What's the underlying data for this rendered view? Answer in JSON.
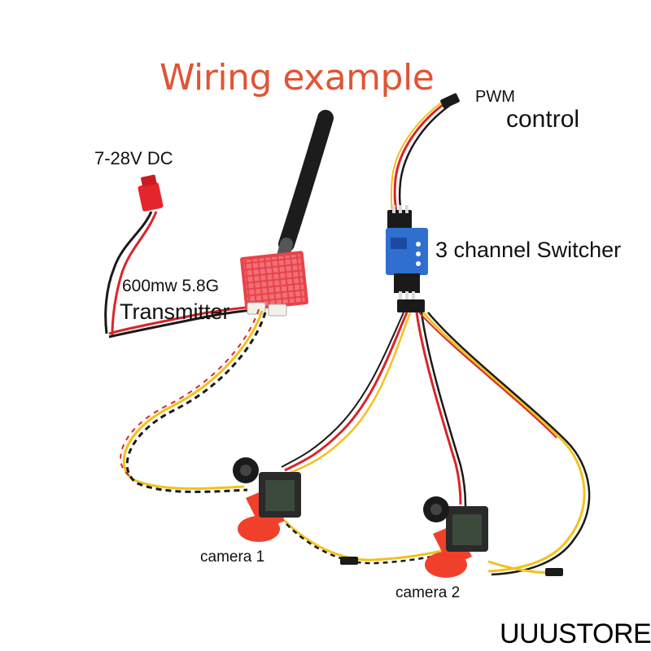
{
  "title": "Wiring example",
  "labels": {
    "pwm_line1": "PWM",
    "pwm_line2": "control",
    "power": "7-28V DC",
    "switcher": "3 channel Switcher",
    "transmitter_line1": "600mw 5.8G",
    "transmitter_line2": "Transmitter",
    "camera1": "camera 1",
    "camera2": "camera 2"
  },
  "watermark": "UUUSTORE",
  "colors": {
    "title": "#e05535",
    "wire_red": "#d8262a",
    "wire_black": "#1a1a1a",
    "wire_yellow": "#f1c21b",
    "heatsink": "#e8434a",
    "switcher_board": "#2f6fd0",
    "camera_mount": "#f0402c"
  },
  "icons": [
    "antenna-icon",
    "jst-connector-icon",
    "heatsink-icon",
    "servo-plug-icon",
    "camera-icon"
  ]
}
